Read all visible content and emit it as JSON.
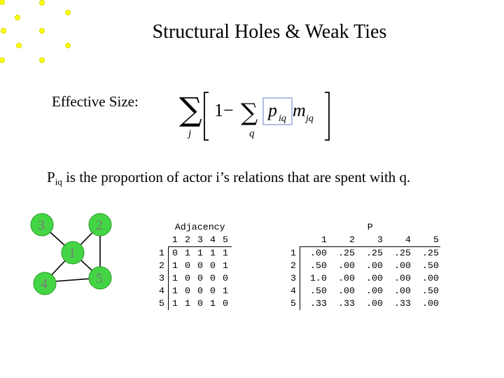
{
  "title": "Structural Holes & Weak Ties",
  "effective_size_label": "Effective Size:",
  "formula": {
    "sum_symbol": "∑",
    "sum_outer_index": "j",
    "one_minus": "1−",
    "sum_inner_index": "q",
    "p": "p",
    "p_sub": "iq",
    "m": "m",
    "m_sub": "jq"
  },
  "definition": {
    "p": "P",
    "sub": "iq",
    "rest": " is the proportion of actor i’s relations that are spent with q."
  },
  "graph": {
    "nodes": [
      {
        "id": "3",
        "label": "3",
        "color": "#44d544"
      },
      {
        "id": "2",
        "label": "2",
        "color": "#44d544"
      },
      {
        "id": "1",
        "label": "1",
        "color": "#44d544"
      },
      {
        "id": "4",
        "label": "4",
        "color": "#44d544"
      },
      {
        "id": "5",
        "label": "5",
        "color": "#44d544"
      }
    ]
  },
  "adjacency": {
    "title": "Adjacency",
    "col_headers": [
      "1",
      "2",
      "3",
      "4",
      "5"
    ],
    "rows": [
      {
        "label": "1",
        "values": [
          "0",
          "1",
          "1",
          "1",
          "1"
        ]
      },
      {
        "label": "2",
        "values": [
          "1",
          "0",
          "0",
          "0",
          "1"
        ]
      },
      {
        "label": "3",
        "values": [
          "1",
          "0",
          "0",
          "0",
          "0"
        ]
      },
      {
        "label": "4",
        "values": [
          "1",
          "0",
          "0",
          "0",
          "1"
        ]
      },
      {
        "label": "5",
        "values": [
          "1",
          "1",
          "0",
          "1",
          "0"
        ]
      }
    ]
  },
  "p_matrix": {
    "title": "P",
    "col_headers": [
      "1",
      "2",
      "3",
      "4",
      "5"
    ],
    "rows": [
      {
        "label": "1",
        "values": [
          ".00",
          ".25",
          ".25",
          ".25",
          ".25"
        ]
      },
      {
        "label": "2",
        "values": [
          ".50",
          ".00",
          ".00",
          ".00",
          ".50"
        ]
      },
      {
        "label": "3",
        "values": [
          "1.0",
          ".00",
          ".00",
          ".00",
          ".00"
        ]
      },
      {
        "label": "4",
        "values": [
          ".50",
          ".00",
          ".00",
          ".00",
          ".50"
        ]
      },
      {
        "label": "5",
        "values": [
          ".33",
          ".33",
          ".00",
          ".33",
          ".00"
        ]
      }
    ]
  },
  "decor_dot_color": "#ffff00"
}
